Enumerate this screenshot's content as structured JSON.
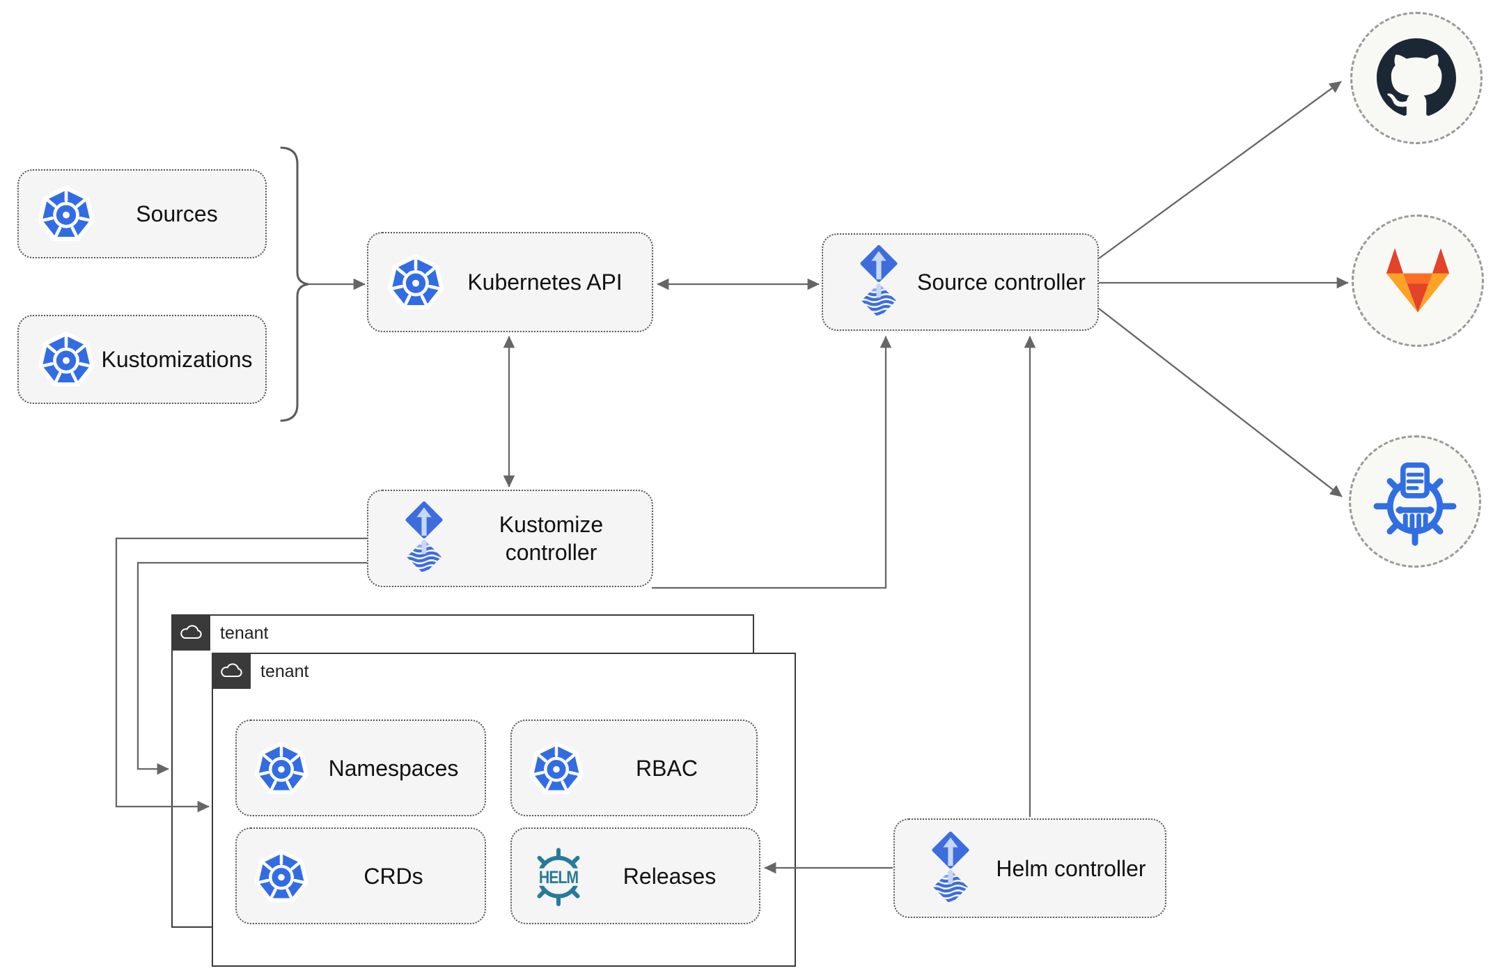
{
  "diagram": {
    "description": "Flux GitOps toolkit architecture",
    "colors": {
      "box_fill": "#f5f5f5",
      "box_border": "#545454",
      "connector_line": "#666666",
      "tenant_border": "#3a3a3a",
      "tenant_badge_bg": "#3a3a3a",
      "kubernetes_blue": "#326ce5",
      "flux_blue": "#3d6ddd",
      "flux_arrow_light": "#c7d7f4",
      "helm_teal": "#277a99",
      "github_dark": "#1b2734",
      "gitlab_red": "#e24329",
      "gitlab_orange": "#fc6d26",
      "gitlab_amber": "#fca326",
      "chartmuseum_blue": "#2f6ee3",
      "endpoint_fill": "#f8f8f5",
      "endpoint_border": "#9a9a9a"
    }
  },
  "nodes": {
    "sources": {
      "label": "Sources",
      "icon": "kubernetes-icon"
    },
    "kustomizations": {
      "label": "Kustomizations",
      "icon": "kubernetes-icon"
    },
    "kubernetes_api": {
      "label": "Kubernetes API",
      "icon": "kubernetes-icon"
    },
    "source_controller": {
      "label": "Source controller",
      "icon": "flux-icon"
    },
    "kustomize_controller": {
      "label": "Kustomize controller",
      "icon": "flux-icon"
    },
    "helm_controller": {
      "label": "Helm controller",
      "icon": "flux-icon"
    },
    "tenant_outer": {
      "label": "tenant",
      "icon": "cloud-icon"
    },
    "tenant_inner": {
      "label": "tenant",
      "icon": "cloud-icon"
    },
    "namespaces": {
      "label": "Namespaces",
      "icon": "kubernetes-icon"
    },
    "rbac": {
      "label": "RBAC",
      "icon": "kubernetes-icon"
    },
    "crds": {
      "label": "CRDs",
      "icon": "kubernetes-icon"
    },
    "releases": {
      "label": "Releases",
      "icon": "helm-icon",
      "icon_text": "HELM"
    }
  },
  "endpoints": [
    {
      "name": "github",
      "icon": "github-icon"
    },
    {
      "name": "gitlab",
      "icon": "gitlab-icon"
    },
    {
      "name": "chartmuseum",
      "icon": "chartmuseum-icon"
    }
  ],
  "edges": [
    {
      "from": "sources+kustomizations",
      "to": "kubernetes_api",
      "style": "arrow-with-curly-brace"
    },
    {
      "from": "kubernetes_api",
      "to": "source_controller",
      "style": "double-arrow"
    },
    {
      "from": "kubernetes_api",
      "to": "kustomize_controller",
      "style": "double-arrow"
    },
    {
      "from": "kustomize_controller",
      "to": "source_controller",
      "style": "arrow"
    },
    {
      "from": "kustomize_controller",
      "to": "tenant_inner",
      "style": "arrow"
    },
    {
      "from": "kustomize_controller",
      "to": "tenant_outer",
      "style": "arrow"
    },
    {
      "from": "helm_controller",
      "to": "source_controller",
      "style": "arrow"
    },
    {
      "from": "helm_controller",
      "to": "releases",
      "style": "arrow"
    },
    {
      "from": "source_controller",
      "to": "github",
      "style": "arrow"
    },
    {
      "from": "source_controller",
      "to": "gitlab",
      "style": "arrow"
    },
    {
      "from": "source_controller",
      "to": "chartmuseum",
      "style": "arrow"
    }
  ]
}
